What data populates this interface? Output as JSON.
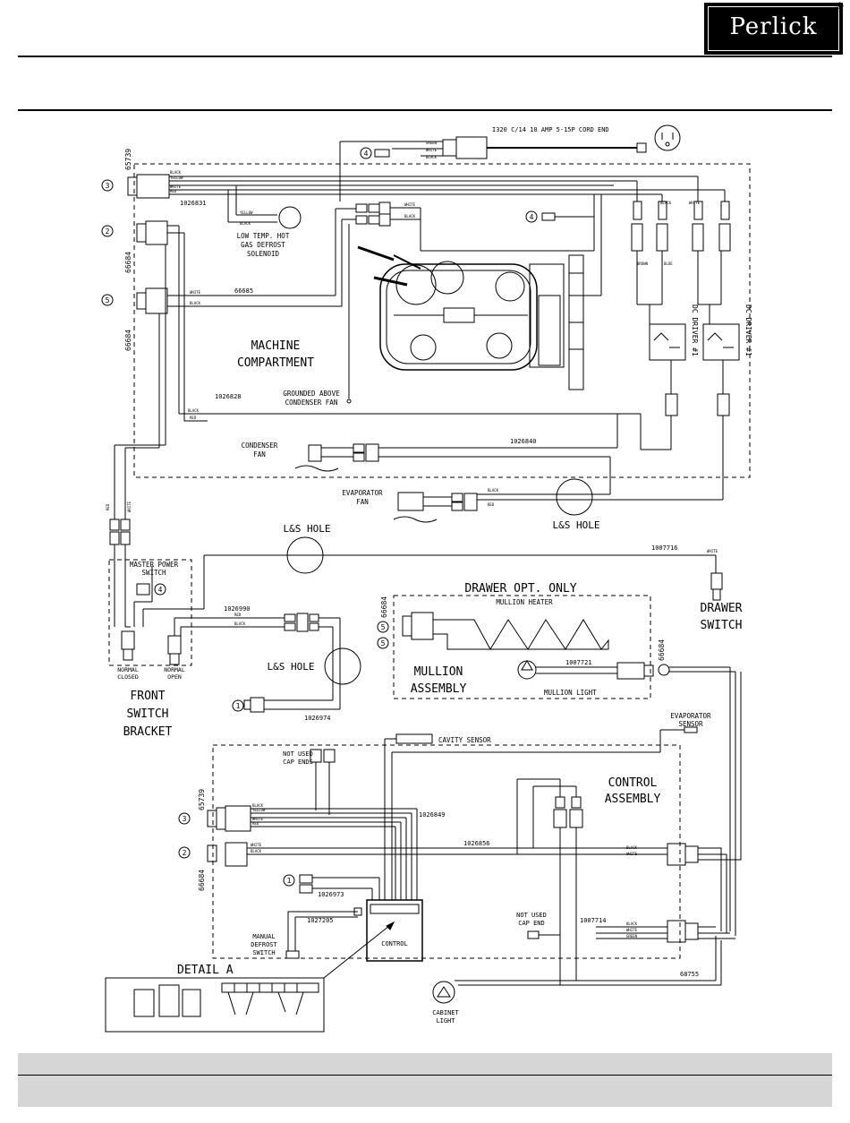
{
  "header": {
    "brand": "Perlick",
    "registered": "®"
  },
  "diagram": {
    "dashed_regions": {
      "machine": [
        "MACHINE",
        "COMPARTMENT"
      ],
      "front_switch": [
        "FRONT",
        "SWITCH",
        "BRACKET"
      ],
      "mullion": [
        "MULLION",
        "ASSEMBLY"
      ],
      "control": [
        "CONTROL",
        "ASSEMBLY"
      ],
      "drawer": "DRAWER OPT. ONLY"
    },
    "labels": {
      "cord_end": "I320 C/14 10 AMP 5-15P CORD END",
      "solenoid": [
        "LOW TEMP. HOT",
        "GAS DEFROST",
        "SOLENOID"
      ],
      "grounded": [
        "GROUNDED ABOVE",
        "CONDENSER FAN"
      ],
      "condenser_fan": [
        "CONDENSER",
        "FAN"
      ],
      "evaporator_fan": [
        "EVAPORATOR",
        "FAN"
      ],
      "ls_hole": "L&S HOLE",
      "master_power": [
        "MASTER POWER",
        "SWITCH"
      ],
      "normal_closed": [
        "NORMAL",
        "CLOSED"
      ],
      "normal_open": [
        "NORMAL",
        "OPEN"
      ],
      "drawer_switch": [
        "DRAWER",
        "SWITCH"
      ],
      "mullion_heater": "MULLION HEATER",
      "mullion_light": "MULLION LIGHT",
      "cavity_sensor": "CAVITY SENSOR",
      "evaporator_sensor": [
        "EVAPORATOR",
        "SENSOR"
      ],
      "not_used_caps": [
        "NOT USED",
        "CAP ENDS"
      ],
      "not_used_cap": [
        "NOT USED",
        "CAP END"
      ],
      "manual_defrost": [
        "MANUAL",
        "DEFROST",
        "SWITCH"
      ],
      "control": "CONTROL",
      "cabinet_light": [
        "CABINET",
        "LIGHT"
      ],
      "detail_a": "DETAIL A",
      "driver": [
        "DC DRIVER #1",
        "DC DRIVER #1"
      ]
    },
    "part_numbers": {
      "p65739": "65739",
      "p66684": "66684",
      "p66685": "66685",
      "p1026831": "1026831",
      "p1026828": "1026828",
      "p1026840": "1026840",
      "p1007716": "1007716",
      "p1026990": "1026990",
      "p1026974": "1026974",
      "p1007721": "1007721",
      "p1026849": "1026849",
      "p1026856": "1026856",
      "p1026973": "1026973",
      "p1027205": "1027205",
      "p1007714": "1007714",
      "p68755": "68755"
    },
    "connector_numbers": [
      "1",
      "2",
      "3",
      "4",
      "5"
    ],
    "wire_colors": {
      "black": "BLACK",
      "white": "WHITE",
      "red": "RED",
      "yellow": "YELLOW",
      "green": "GREEN",
      "brown": "BROWN",
      "blue": "BLUE"
    }
  },
  "colors": {
    "line": "#000000",
    "footer": "#d6d6d6",
    "background": "#ffffff"
  }
}
